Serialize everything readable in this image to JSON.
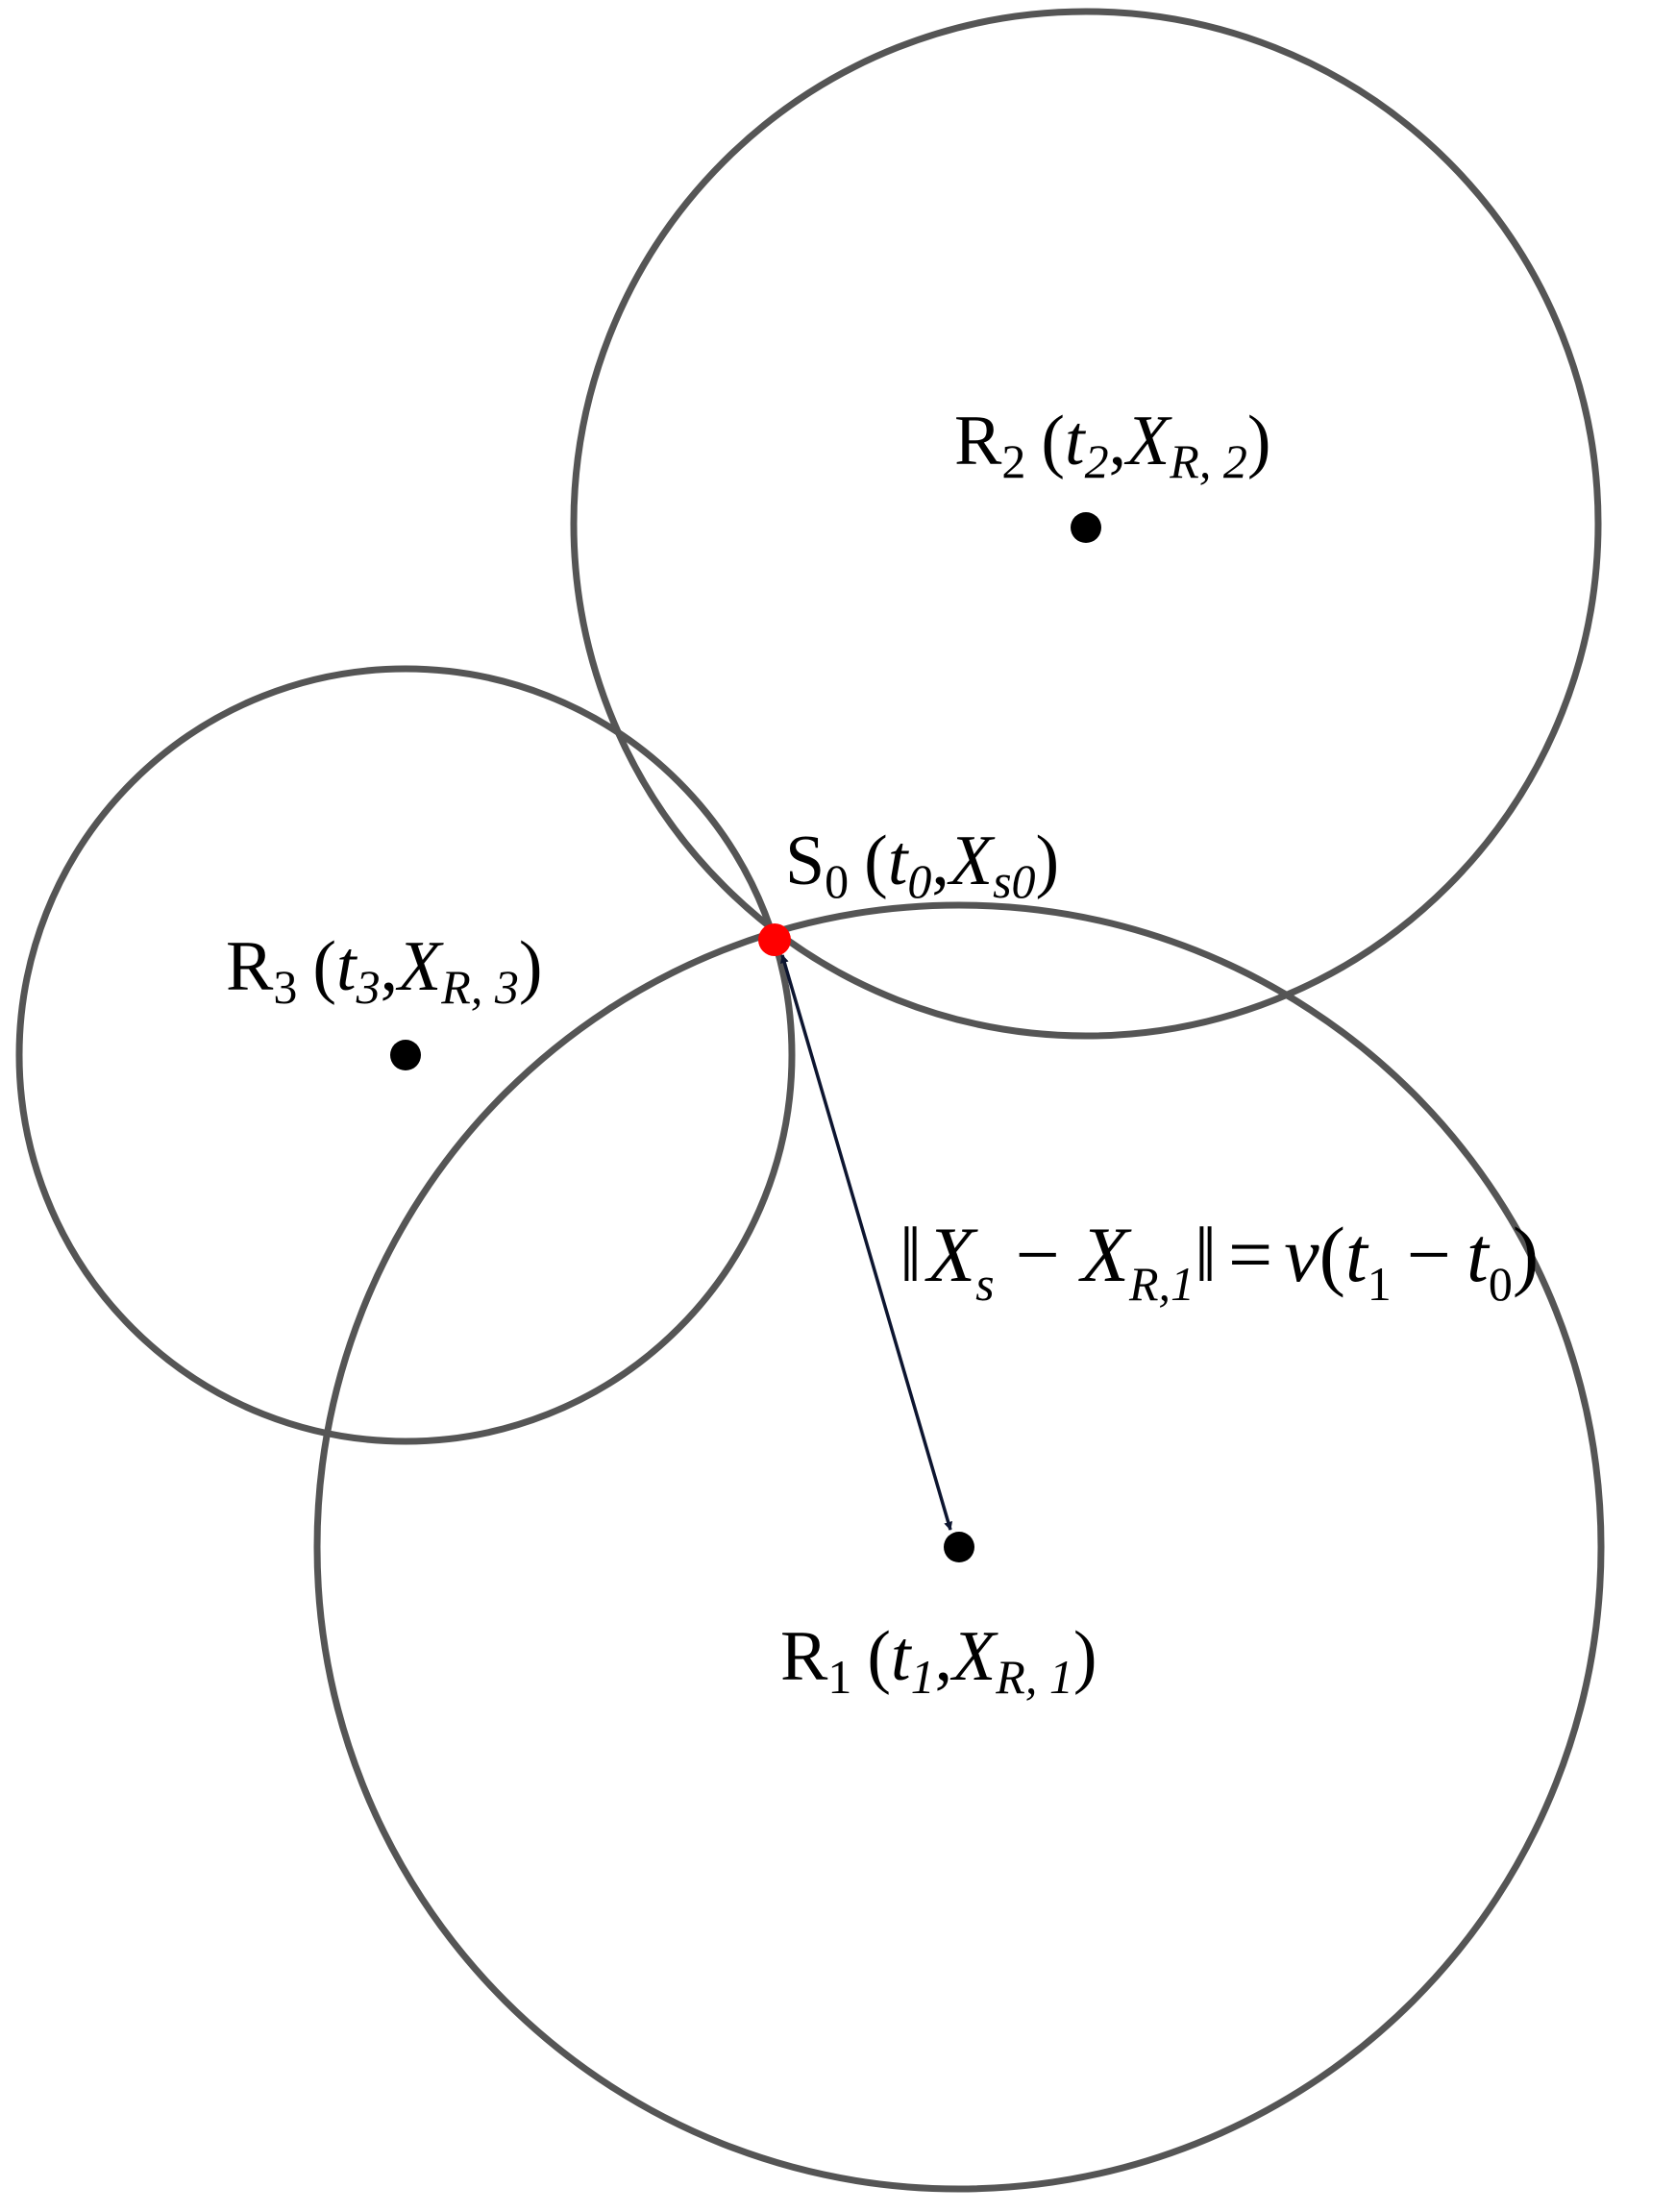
{
  "colors": {
    "circle_stroke": "#555555",
    "dot": "#000000",
    "source_point": "#ff0000",
    "arrow": "#0d1530"
  },
  "labels": {
    "r1": {
      "letter": "R",
      "index": "1",
      "open": "(",
      "t": "t",
      "t_sub": "1",
      "comma": ",",
      "x": "X",
      "x_sub": "R, 1",
      "close": ")"
    },
    "r2": {
      "letter": "R",
      "index": "2",
      "open": "(",
      "t": "t",
      "t_sub": "2",
      "comma": ",",
      "x": "X",
      "x_sub": "R, 2",
      "close": ")"
    },
    "r3": {
      "letter": "R",
      "index": "3",
      "open": "(",
      "t": "t",
      "t_sub": "3",
      "comma": ",",
      "x": "X",
      "x_sub": "R, 3",
      "close": ")"
    },
    "s0": {
      "letter": "S",
      "index": "0",
      "open": "(",
      "t": "t",
      "t_sub": "0",
      "comma": ",",
      "x": "X",
      "x_sub": "s0",
      "close": ")"
    }
  },
  "equation": {
    "norm_open": "‖",
    "xs": "X",
    "xs_sub": "s",
    "minus": "−",
    "xr": "X",
    "xr_sub": "R,1",
    "norm_close": "‖",
    "equals": "=",
    "v": "v",
    "open": "(",
    "t1": "t",
    "t1_sub": "1",
    "minus2": "−",
    "t0": "t",
    "t0_sub": "0",
    "close": ")"
  }
}
